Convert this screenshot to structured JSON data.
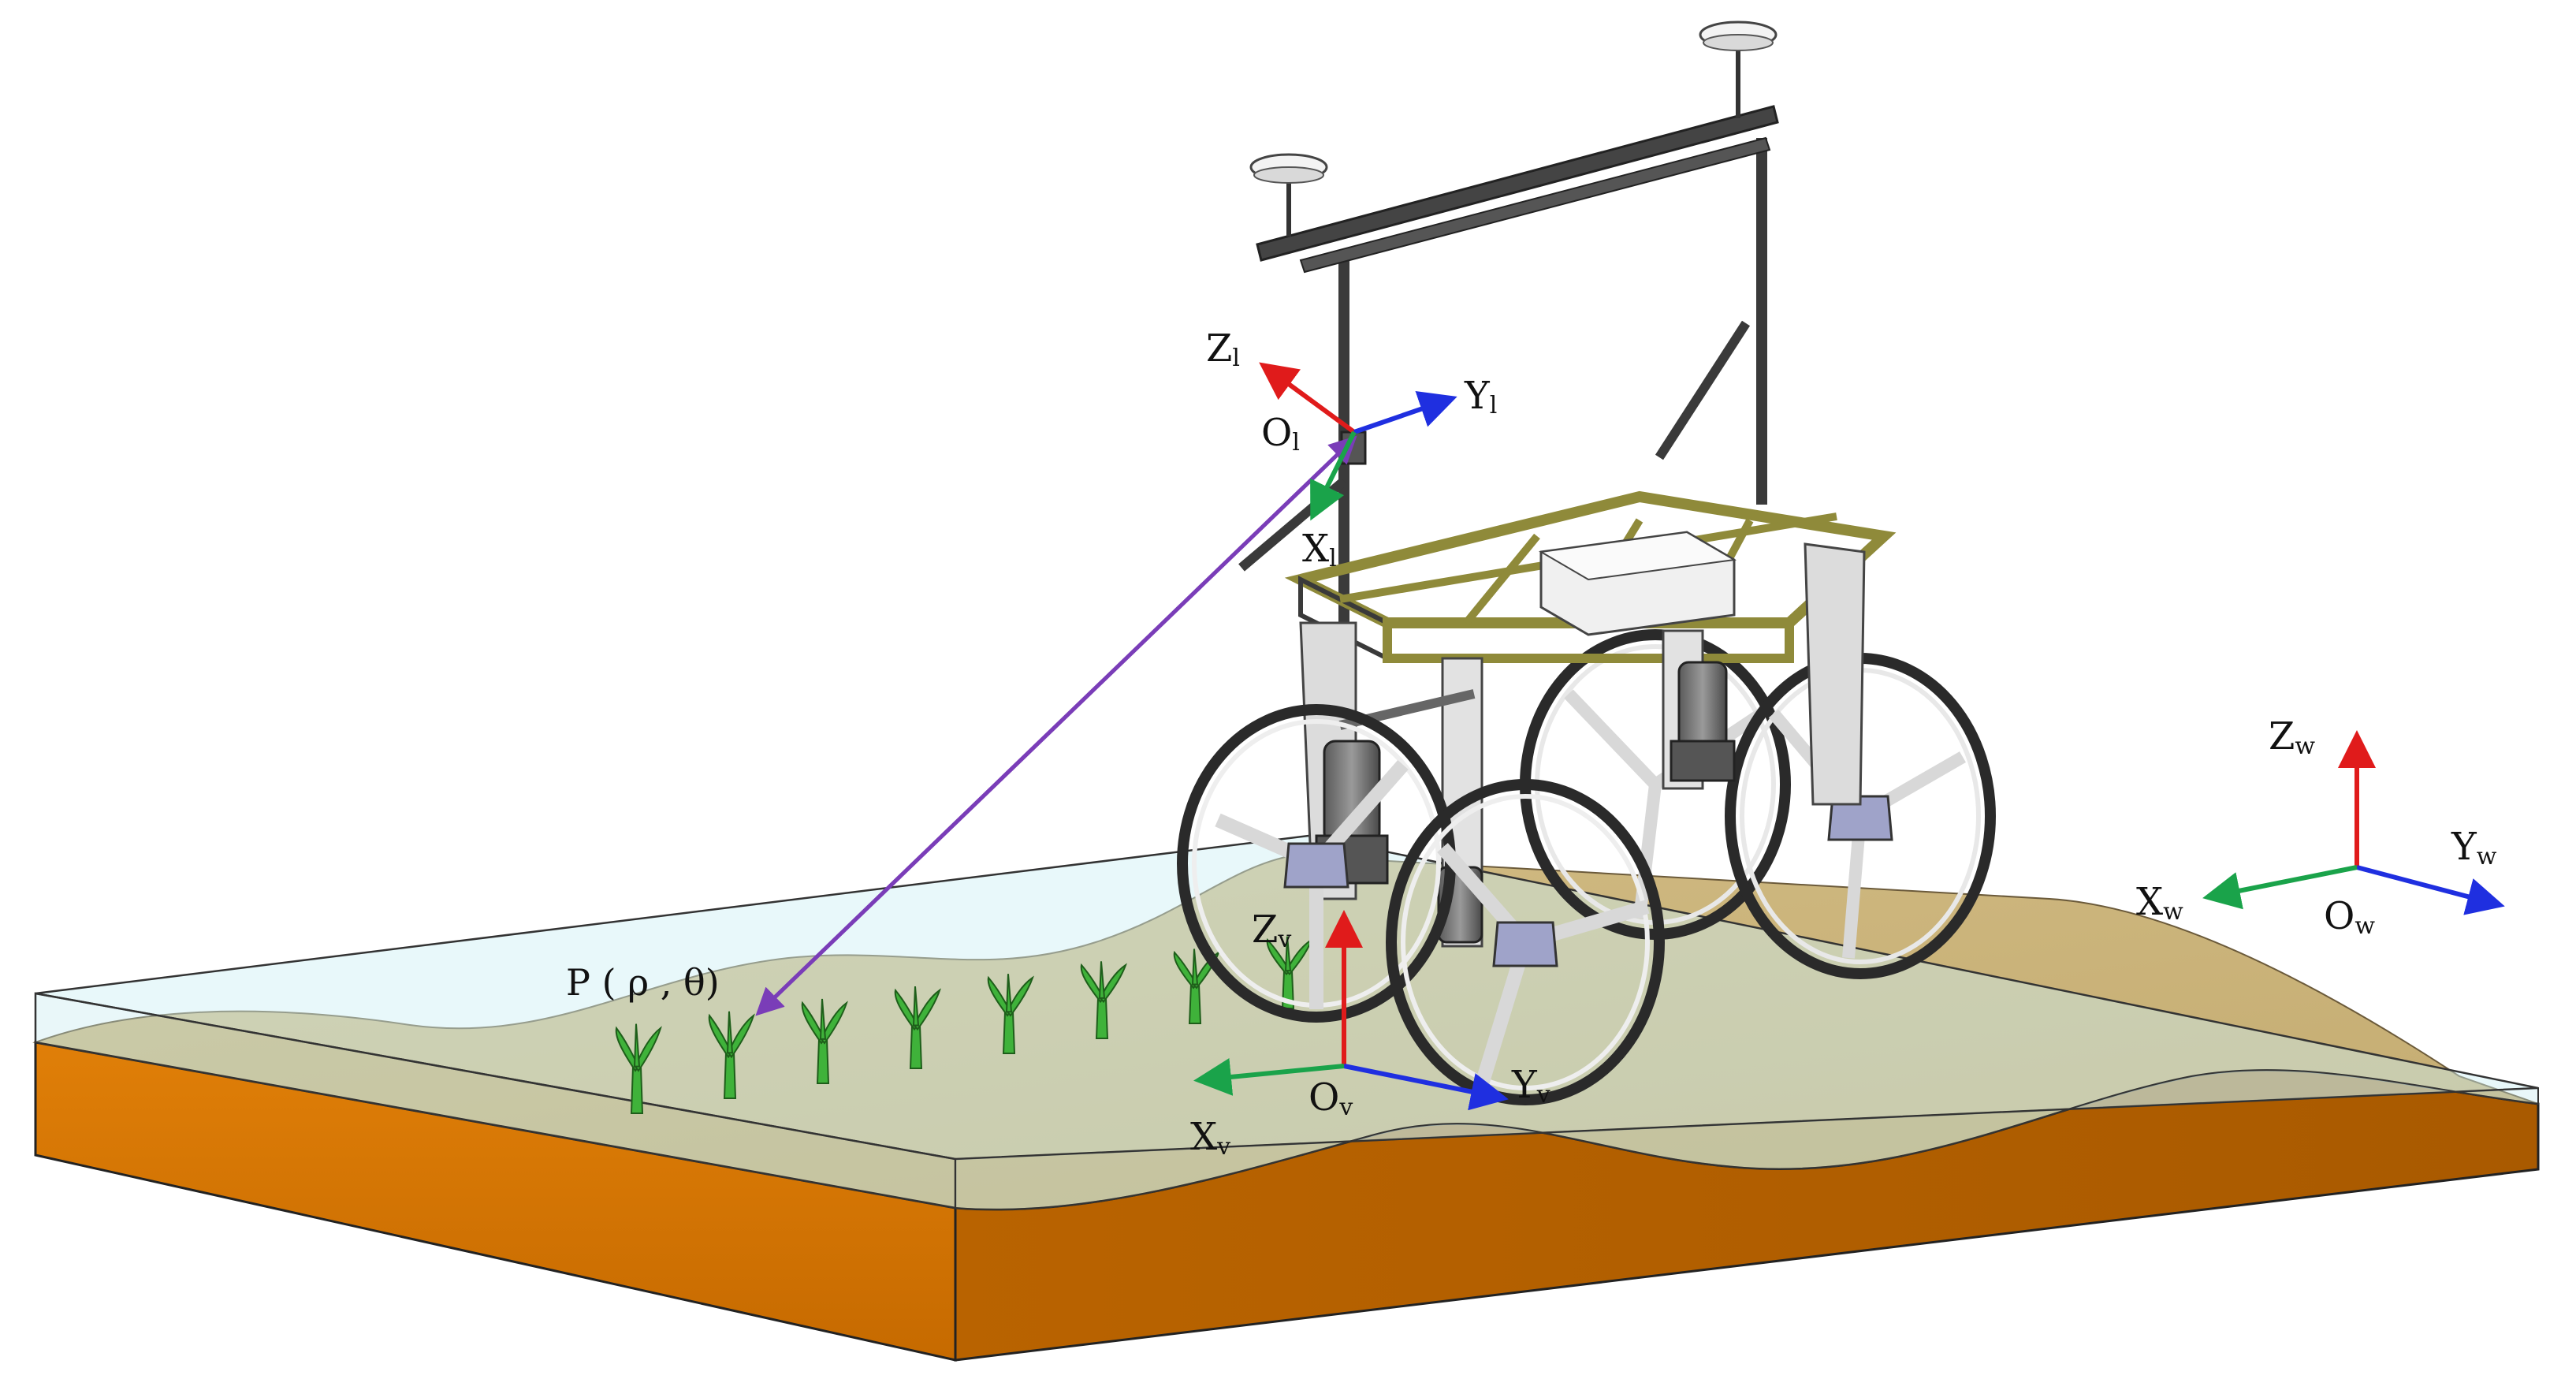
{
  "colors": {
    "x_axis": "#1aa34a",
    "y_axis": "#1f2fe0",
    "z_axis": "#e01b1b",
    "ray": "#7a3db8",
    "water": "#cdeff4",
    "soil_top": "#c9b27a",
    "soil_side": "#d97700",
    "soil_front_dark": "#b86400",
    "seedling": "#3fb23a",
    "frame": "#3a3a3a",
    "frame_yellow": "#8f8a3a"
  },
  "frames": {
    "lidar": {
      "origin": {
        "main": "O",
        "sub": "l"
      },
      "x": {
        "main": "X",
        "sub": "l"
      },
      "y": {
        "main": "Y",
        "sub": "l"
      },
      "z": {
        "main": "Z",
        "sub": "l"
      }
    },
    "vehicle": {
      "origin": {
        "main": "O",
        "sub": "v"
      },
      "x": {
        "main": "X",
        "sub": "v"
      },
      "y": {
        "main": "Y",
        "sub": "v"
      },
      "z": {
        "main": "Z",
        "sub": "v"
      }
    },
    "world": {
      "origin": {
        "main": "O",
        "sub": "w"
      },
      "x": {
        "main": "X",
        "sub": "w"
      },
      "y": {
        "main": "Y",
        "sub": "w"
      },
      "z": {
        "main": "Z",
        "sub": "w"
      }
    }
  },
  "target_point": {
    "text": "P ( ρ , θ)"
  },
  "icons": {
    "antenna_left": "gnss-antenna-icon",
    "antenna_right": "gnss-antenna-icon",
    "lidar": "lidar-sensor-icon",
    "seedling": "rice-seedling-icon"
  }
}
